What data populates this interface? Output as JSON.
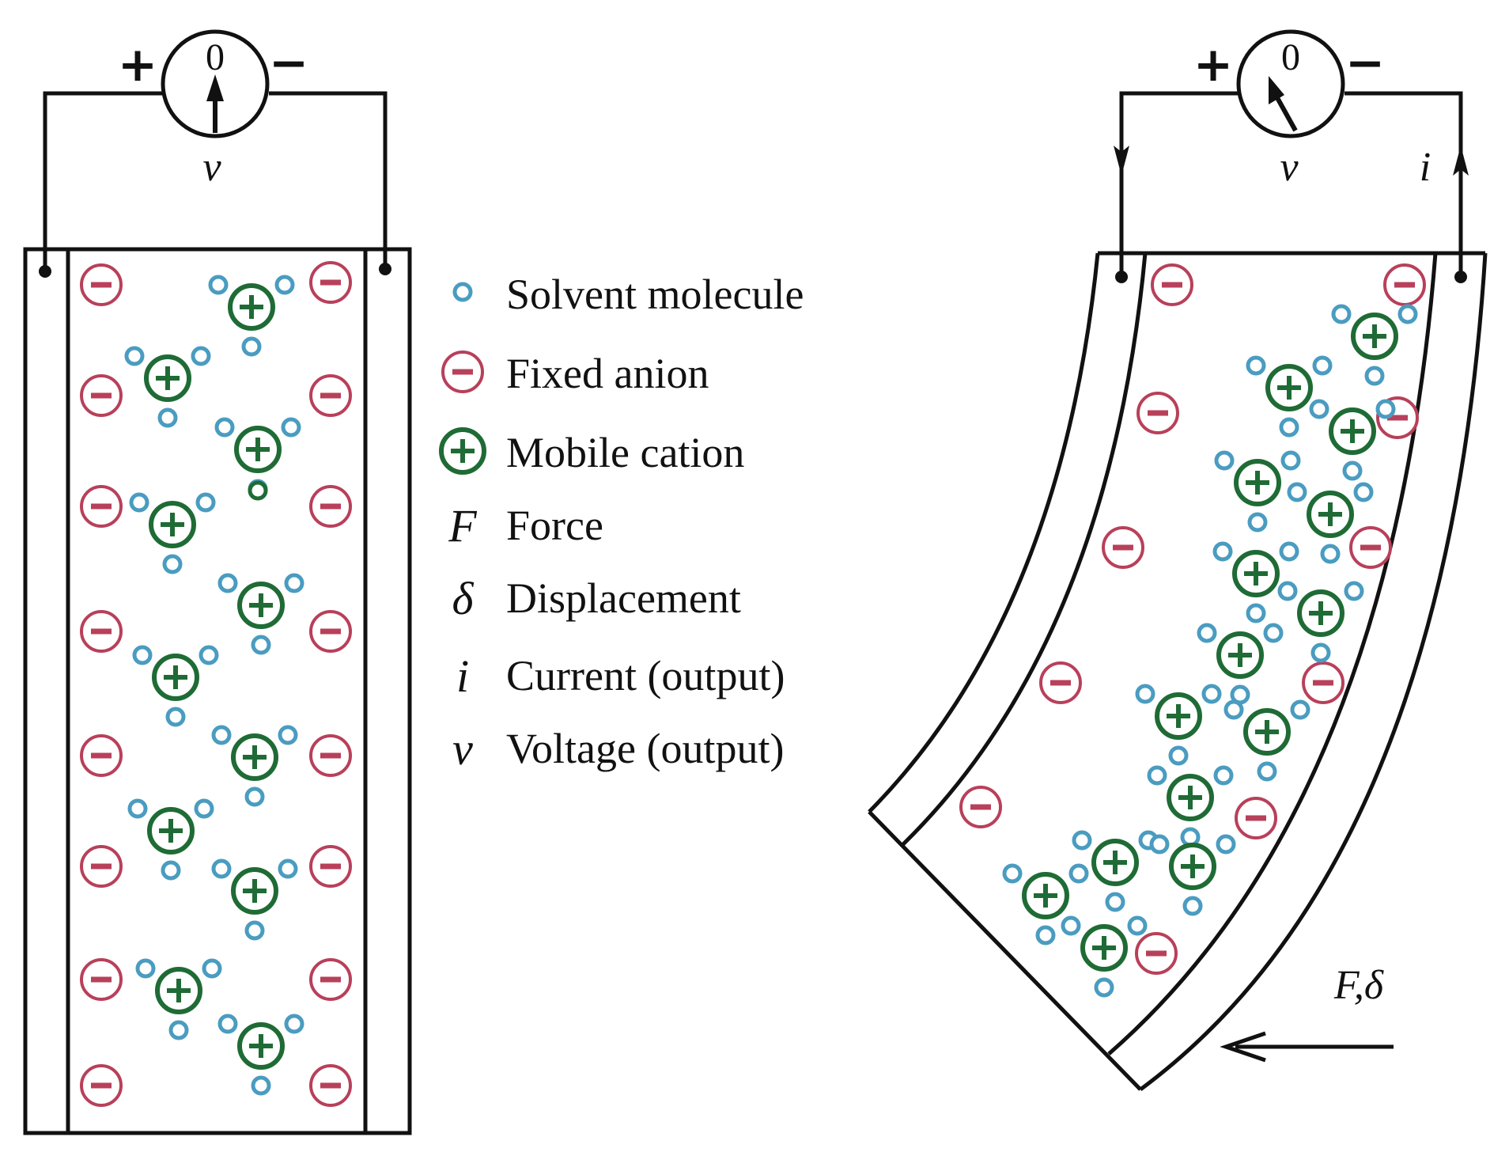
{
  "left_meter": {
    "plus": "+",
    "minus": "−",
    "zero": "0",
    "voltage_label": "v"
  },
  "right_meter": {
    "plus": "+",
    "minus": "−",
    "zero": "0",
    "voltage_label": "v",
    "current_label": "i"
  },
  "force_label": "F,δ",
  "legend": [
    {
      "symbol_kind": "solvent",
      "symbol": "",
      "label": "Solvent molecule"
    },
    {
      "symbol_kind": "anion",
      "symbol": "",
      "label": "Fixed anion"
    },
    {
      "symbol_kind": "cation",
      "symbol": "",
      "label": "Mobile cation"
    },
    {
      "symbol_kind": "text",
      "symbol": "F",
      "label": "Force"
    },
    {
      "symbol_kind": "text",
      "symbol": "δ",
      "label": "Displacement"
    },
    {
      "symbol_kind": "text",
      "symbol": "i",
      "label": "Current (output)"
    },
    {
      "symbol_kind": "text",
      "symbol": "v",
      "label": "Voltage (output)"
    }
  ],
  "colors": {
    "solvent": "#4a9cc0",
    "anion": "#b8405a",
    "cation": "#1f6b35",
    "line": "#111111"
  }
}
